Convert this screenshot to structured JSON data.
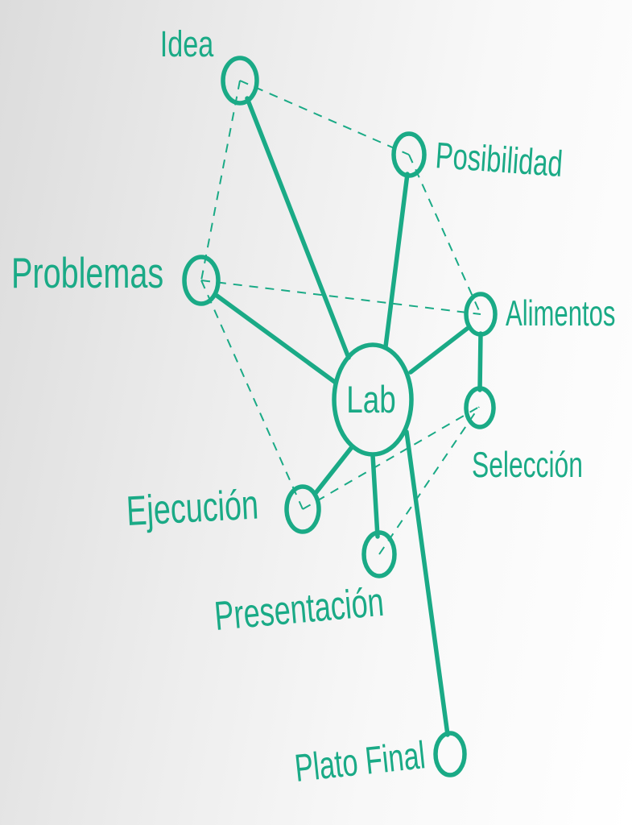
{
  "accent_color": "#1aaa86",
  "nodes": {
    "lab": "Lab",
    "idea": "Idea",
    "posibilidad": "Posibilidad",
    "problemas": "Problemas",
    "alimentos": "Alimentos",
    "seleccion": "Selección",
    "ejecucion": "Ejecución",
    "presentacion": "Presentación",
    "plato_final": "Plato Final"
  }
}
